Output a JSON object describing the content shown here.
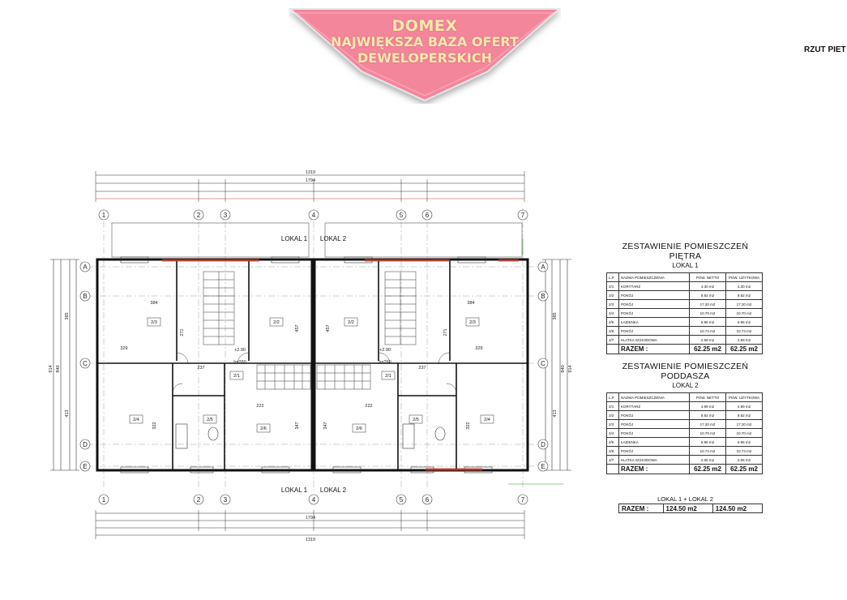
{
  "banner": {
    "line1": "DOMEX",
    "line2": "NAJWIĘKSZA BAZA OFERT",
    "line3": "DEWELOPERSKICH"
  },
  "sheet": {
    "title": "RZUT PIET"
  },
  "plan": {
    "unit_left": "LOKAL  1",
    "unit_right": "LOKAL  2",
    "axes_numbers": [
      "1",
      "2",
      "3",
      "4",
      "5",
      "6",
      "7"
    ],
    "axes_letters": [
      "A",
      "B",
      "C",
      "D",
      "E"
    ],
    "top_overall": "1319",
    "top_inner": "1794",
    "bottom_overall": "1319",
    "bottom_inner": "1794",
    "left_dims": [
      "914",
      "840",
      "385",
      "413"
    ],
    "right_dims": [
      "914",
      "840",
      "385",
      "413"
    ],
    "rooms": [
      "2/3",
      "2/2",
      "2/2",
      "2/3",
      "2/1",
      "2/1",
      "2/4",
      "2/5",
      "2/6",
      "2/6",
      "2/5",
      "2/4"
    ],
    "room_dims": [
      "384",
      "384",
      "329",
      "329",
      "271",
      "271",
      "457",
      "457",
      "322",
      "322",
      "347",
      "347",
      "222",
      "222",
      "237",
      "237"
    ],
    "stair_note": "h=260",
    "level_marks": [
      "+2.90",
      "+2.90"
    ]
  },
  "table_floor": {
    "title": "ZESTAWIENIE POMIESZCZEŃ",
    "subtitle": "PIĘTRA",
    "unit": "LOKAL 1",
    "header": [
      "L.P.",
      "NAZWA POMIESZCZENIA",
      "POW. NETTO",
      "POW. UŻYTKOWA"
    ],
    "rows": [
      [
        "2/1",
        "KORYTARZ",
        "4.30 m2",
        "4.30 m2"
      ],
      [
        "2/2",
        "POKÓJ",
        "9.82 m2",
        "9.82 m2"
      ],
      [
        "2/3",
        "POKÓJ",
        "17.20 m2",
        "17.20 m2"
      ],
      [
        "2/4",
        "POKÓJ",
        "10.70 m2",
        "10.70 m2"
      ],
      [
        "2/5",
        "ŁAZIENKA",
        "5.95 m2",
        "5.95 m2"
      ],
      [
        "2/6",
        "POKÓJ",
        "10.74 m2",
        "10.74 m2"
      ],
      [
        "2/7",
        "KLATKA SCHODOWA",
        "2.59 m2",
        "2.59 m2"
      ]
    ],
    "sum_label": "RAZEM :",
    "sum_netto": "62.25 m2",
    "sum_uzytk": "62.25 m2"
  },
  "table_attic": {
    "title": "ZESTAWIENIE POMIESZCZEŃ",
    "subtitle": "PODDASZA",
    "unit": "LOKAL 2",
    "header": [
      "L.P.",
      "NAZWA POMIESZCZENIA",
      "POW. NETTO",
      "POW. UŻYTKOWA"
    ],
    "rows": [
      [
        "2/1",
        "KORYTARZ",
        "4.99 m2",
        "4.99 m2"
      ],
      [
        "2/2",
        "POKÓJ",
        "9.82 m2",
        "9.82 m2"
      ],
      [
        "2/3",
        "POKÓJ",
        "17.20 m2",
        "17.20 m2"
      ],
      [
        "2/4",
        "POKÓJ",
        "10.70 m2",
        "10.70 m2"
      ],
      [
        "2/5",
        "ŁAZIENKA",
        "5.95 m2",
        "5.95 m2"
      ],
      [
        "2/6",
        "POKÓJ",
        "10.74 m2",
        "10.74 m2"
      ],
      [
        "2/7",
        "KLATKA SCHODOWA",
        "2.05 m2",
        "2.05 m2"
      ]
    ],
    "sum_label": "RAZEM :",
    "sum_netto": "62.25 m2",
    "sum_uzytk": "62.25 m2"
  },
  "total": {
    "label": "LOKAL  1 + LOKAL  2",
    "sum_label": "RAZEM :",
    "sum_netto": "124.50 m2",
    "sum_uzytk": "124.50 m2"
  },
  "colors": {
    "banner_fill": "#f4869c",
    "banner_text": "#fbe9a9",
    "dim_red": "#c0392b",
    "wall": "#111111"
  }
}
